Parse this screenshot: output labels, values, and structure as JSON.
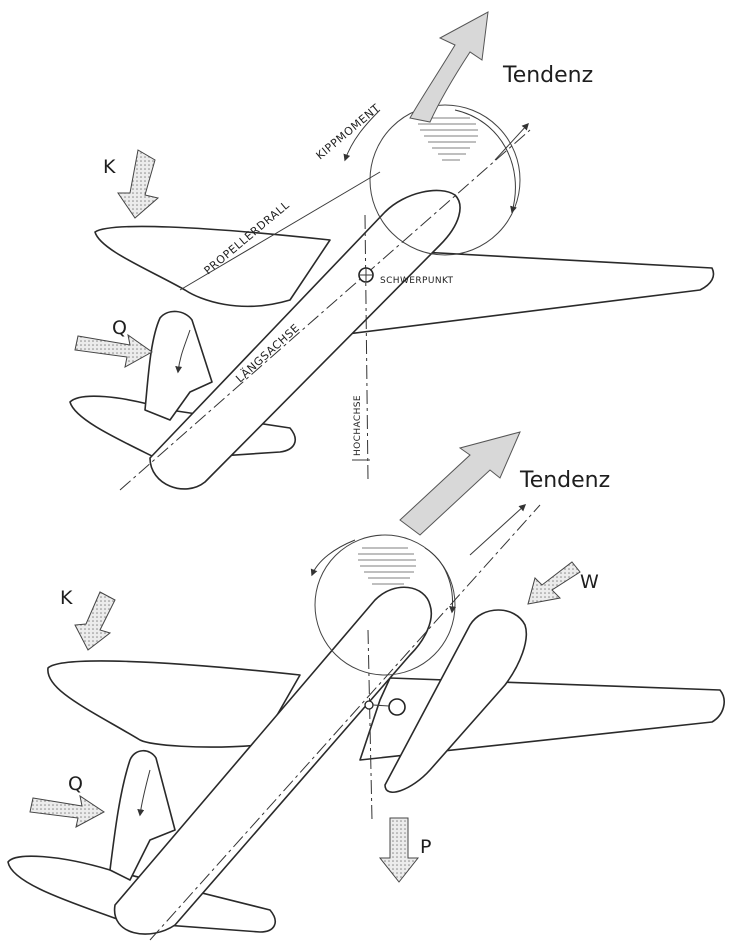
{
  "diagram": {
    "top": {
      "labels": {
        "tendenz": "Tendenz",
        "kippmoment": "KIPPMOMENT",
        "propellerdrall": "PROPELLERDRALL",
        "schwerpunkt": "SCHWERPUNKT",
        "laengsachse": "LÄNGSACHSE",
        "hochachse": "HOCHACHSE",
        "k": "K",
        "q": "Q"
      }
    },
    "bottom": {
      "labels": {
        "tendenz": "Tendenz",
        "k": "K",
        "q": "Q",
        "w": "W",
        "p": "P"
      }
    }
  }
}
